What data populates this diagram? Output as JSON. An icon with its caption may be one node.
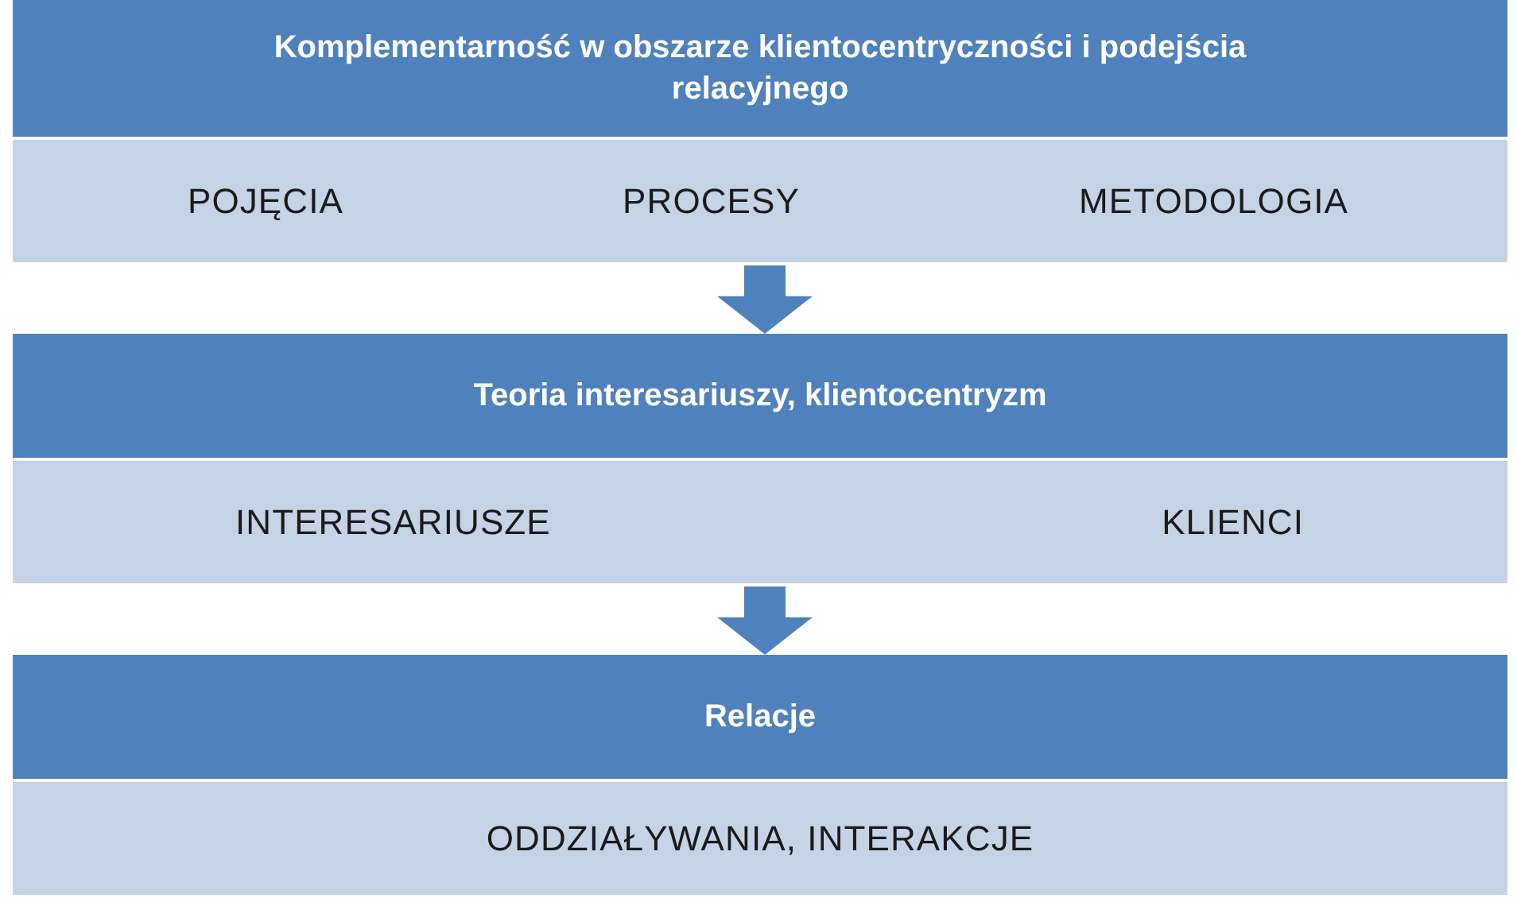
{
  "diagram": {
    "nodes": [
      {
        "text": [
          "Komplementarność w obszarze klientocentryczności i podejścia relacyjnego"
        ]
      },
      {
        "text": [
          "POJĘCIA",
          "PROCESY",
          "METODOLOGIA"
        ]
      },
      {
        "text": [
          "Teoria interesariuszy, klientocentryzm"
        ]
      },
      {
        "text": [
          "INTERESARIUSZE",
          "KLIENCI"
        ]
      },
      {
        "text": [
          "Relacje"
        ]
      },
      {
        "text": [
          "ODDZIAŁYWANIA, INTERAKCJE"
        ]
      }
    ],
    "edges": [
      {
        "from": 1,
        "to": 2,
        "arrow": "to"
      },
      {
        "from": 3,
        "to": 4,
        "arrow": "to"
      }
    ]
  }
}
